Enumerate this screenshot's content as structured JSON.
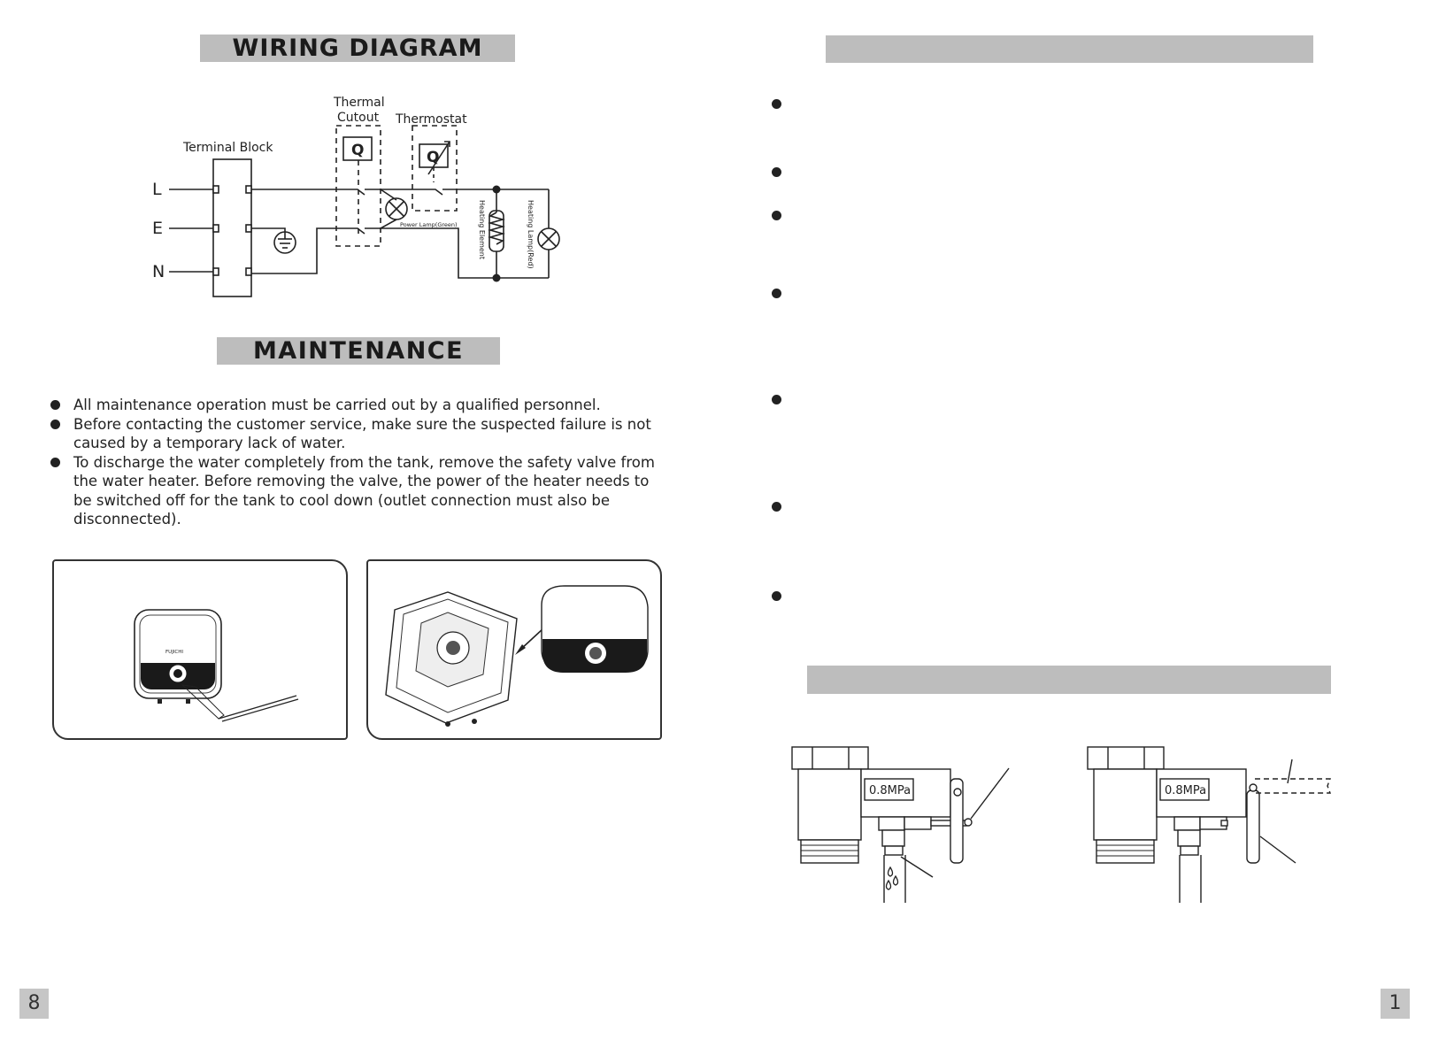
{
  "left_page": {
    "wiring_title": "WIRING DIAGRAM",
    "maintenance_title": "MAINTENANCE",
    "page_number": "8",
    "diagram": {
      "terminal_block": "Terminal  Block",
      "thermal_cutout_line1": "Thermal",
      "thermal_cutout_line2": "Cutout",
      "thermostat": "Thermostat",
      "line_L": "L",
      "line_E": "E",
      "line_N": "N",
      "q_symbol": "Q",
      "power_lamp": "Power Lamp(Green)",
      "heating_element": "Heating Element",
      "heating_lamp": "Heating Lamp(Red)"
    },
    "maintenance_items": [
      "All maintenance operation must be carried out by a qualified personnel.",
      "Before contacting the customer service, make sure the suspected failure is not caused by a temporary lack of water.",
      "To discharge the water completely from the tank, remove the safety valve from the water heater. Before removing the valve, the power of the heater needs to be switched off for the tank to cool down (outlet connection must also be disconnected)."
    ],
    "heater_brand": "FUJICHI"
  },
  "right_page": {
    "page_number": "1",
    "valve_label_left": "0.8MPa",
    "valve_label_right": "0.8MPa"
  },
  "colors": {
    "banner_gray": "#bdbdbd",
    "ink": "#222222"
  }
}
